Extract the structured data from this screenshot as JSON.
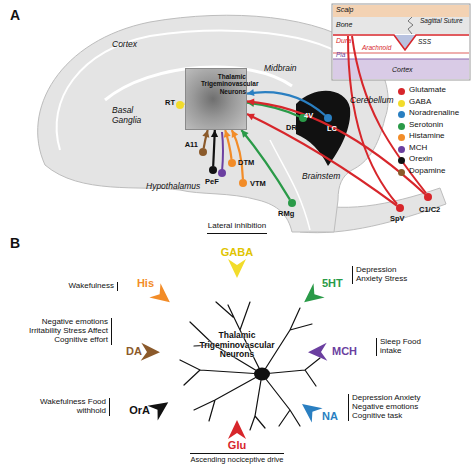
{
  "diagram": {
    "nodes": [
      {
        "text": [
          "Thalamic Trigeminovascular Neurons"
        ]
      },
      {
        "text": [
          "RT"
        ]
      },
      {
        "text": [
          "A11"
        ]
      },
      {
        "text": [
          "PeF"
        ]
      },
      {
        "text": [
          "DTM"
        ]
      },
      {
        "text": [
          "VTM"
        ]
      },
      {
        "text": [
          "DR"
        ]
      },
      {
        "text": [
          "LC"
        ]
      },
      {
        "text": [
          "RMg"
        ]
      },
      {
        "text": [
          "SpV"
        ]
      },
      {
        "text": [
          "C1/C2"
        ]
      },
      {
        "text": [
          "Thalamic Trigeminovascular Neurons"
        ]
      },
      {
        "text": [
          "GABA",
          "Lateral inhibition"
        ]
      },
      {
        "text": [
          "His",
          "Wakefulness"
        ]
      },
      {
        "text": [
          "5HT",
          "Depression Anxiety Stress"
        ]
      },
      {
        "text": [
          "DA",
          "Negative emotions Irritability Stress Affect Cognitive effort"
        ]
      },
      {
        "text": [
          "MCH",
          "Sleep Food intake"
        ]
      },
      {
        "text": [
          "OrA",
          "Wakefulness Food withhold"
        ]
      },
      {
        "text": [
          "NA",
          "Depression Anxiety Negative emotions Cognitive task"
        ]
      },
      {
        "text": [
          "Glu",
          "Ascending nociceptive drive"
        ]
      }
    ],
    "edges": [
      {
        "from": 1,
        "to": 0,
        "arrow": "to"
      },
      {
        "from": 2,
        "to": 0,
        "arrow": "to"
      },
      {
        "from": 3,
        "to": 0,
        "arrow": "to"
      },
      {
        "from": 4,
        "to": 0,
        "arrow": "to"
      },
      {
        "from": 5,
        "to": 0,
        "arrow": "to"
      },
      {
        "from": 6,
        "to": 0,
        "arrow": "to"
      },
      {
        "from": 7,
        "to": 0,
        "arrow": "to"
      },
      {
        "from": 8,
        "to": 0,
        "arrow": "to"
      },
      {
        "from": 9,
        "to": 0,
        "arrow": "to"
      },
      {
        "from": 10,
        "to": 0,
        "arrow": "to"
      }
    ],
    "labels": [
      "A",
      "Cortex",
      "Midbrain",
      "Basal Ganglia",
      "Hypothalamus",
      "Cerebellum",
      "4V",
      "Brainstem",
      "Scalp",
      "Bone",
      "Sagittal Suture",
      "SSS",
      "Dura",
      "Arachnoid",
      "Pia",
      "Cortex",
      "B"
    ],
    "legend": [
      {
        "text": "Glutamate",
        "color": "#d7262b"
      },
      {
        "text": "GABA",
        "color": "#f2dc2b"
      },
      {
        "text": "Noradrenaline",
        "color": "#2a7fc1"
      },
      {
        "text": "Serotonin",
        "color": "#2a9a48"
      },
      {
        "text": "Histamine",
        "color": "#f28c28"
      },
      {
        "text": "MCH",
        "color": "#6b3fa0"
      },
      {
        "text": "Orexin",
        "color": "#111111"
      },
      {
        "text": "Dopamine",
        "color": "#8b5a2b"
      }
    ]
  }
}
